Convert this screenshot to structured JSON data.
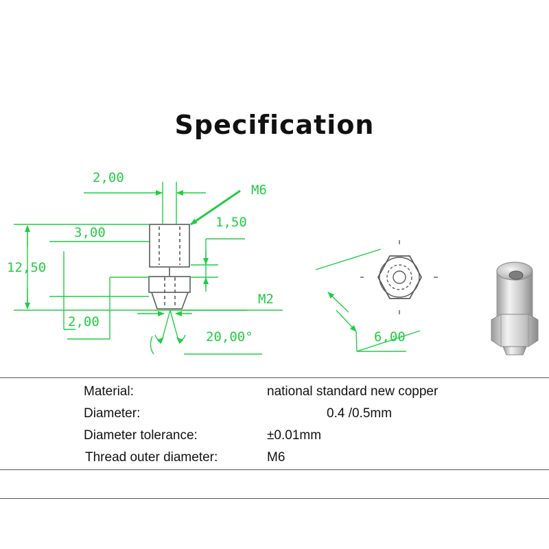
{
  "title": "Specification",
  "drawing": {
    "dimensions": {
      "top_width": "2,00",
      "thread": "M6",
      "offset": "1,50",
      "width": "3,00",
      "length": "12,50",
      "tip_length": "2,00",
      "tip_thread": "M2",
      "angle": "20,00°",
      "hex": "6,00"
    },
    "colors": {
      "dimension": "#22cc44",
      "part": "#5a5a5a"
    }
  },
  "specs": [
    {
      "label": "Material:",
      "value": "national standard new copper"
    },
    {
      "label": "Diameter:",
      "value": "0.4 /0.5mm"
    },
    {
      "label": "Diameter tolerance:",
      "value": "±0.01mm"
    },
    {
      "label": "Thread outer diameter:",
      "value": "M6"
    }
  ]
}
